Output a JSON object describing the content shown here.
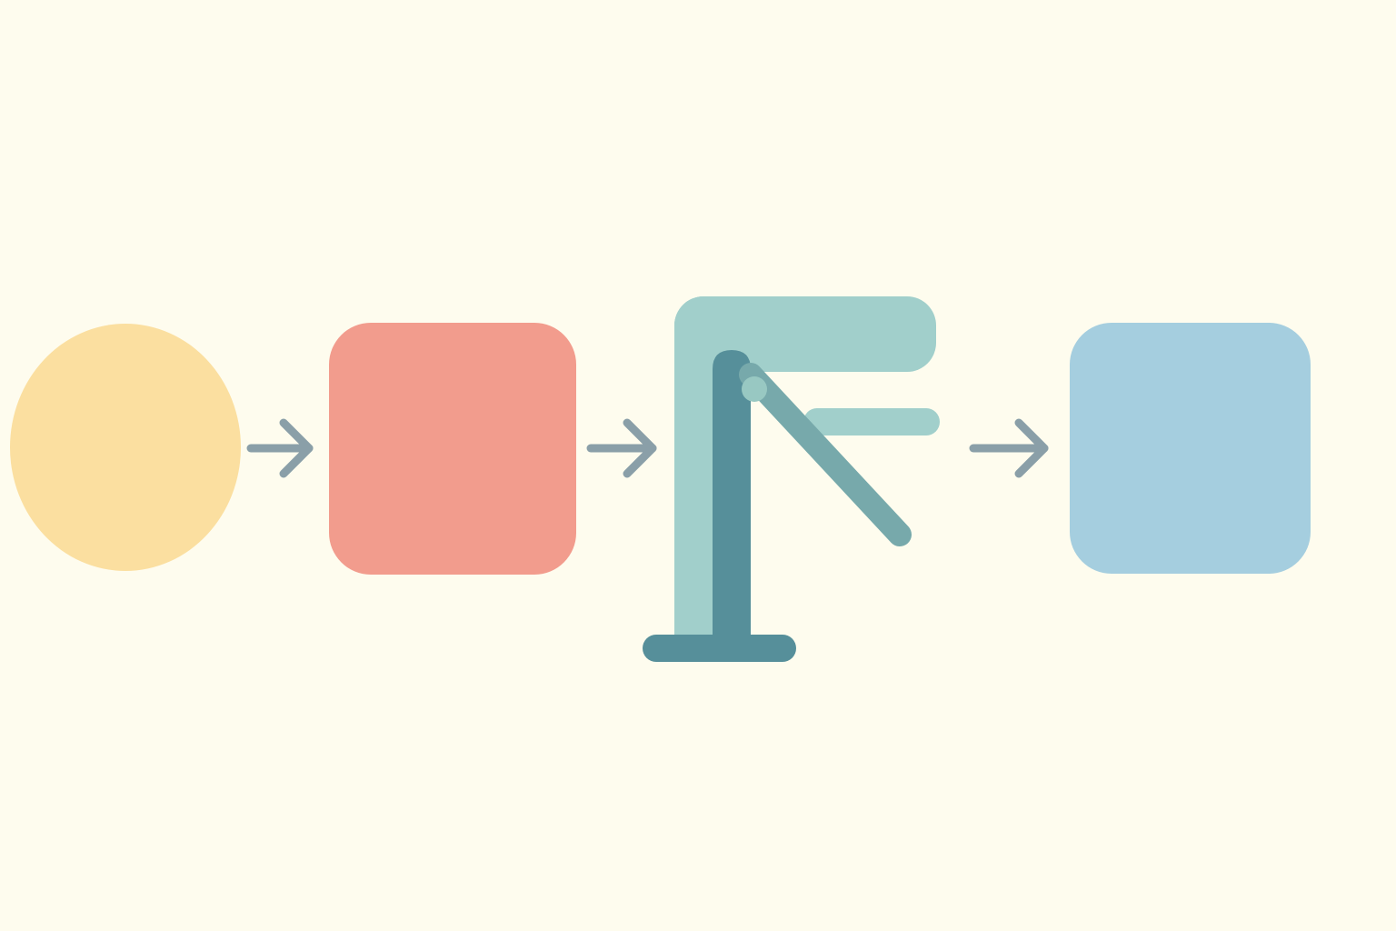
{
  "colors": {
    "background": "#FEFCEE",
    "circle": "#FBDFA0",
    "red_box": "#F29C8D",
    "machine_light": "#A1CFCB",
    "machine_dark": "#568F9A",
    "machine_arm": "#77A9AB",
    "machine_knob": "#98C8C2",
    "blue_box": "#A5CEDF",
    "arrow": "#8A9FA8"
  },
  "diagram": {
    "steps": [
      {
        "shape": "circle",
        "color_key": "circle",
        "icon": "circle-shape"
      },
      {
        "shape": "rounded-square",
        "color_key": "red_box",
        "icon": "red-square-shape"
      },
      {
        "shape": "machine",
        "color_key": "machine_light",
        "icon": "press-machine-icon"
      },
      {
        "shape": "rounded-square",
        "color_key": "blue_box",
        "icon": "blue-square-shape"
      }
    ],
    "connectors": [
      {
        "from": 0,
        "to": 1,
        "icon": "arrow-right-icon"
      },
      {
        "from": 1,
        "to": 2,
        "icon": "arrow-right-icon"
      },
      {
        "from": 2,
        "to": 3,
        "icon": "arrow-right-icon"
      }
    ]
  }
}
